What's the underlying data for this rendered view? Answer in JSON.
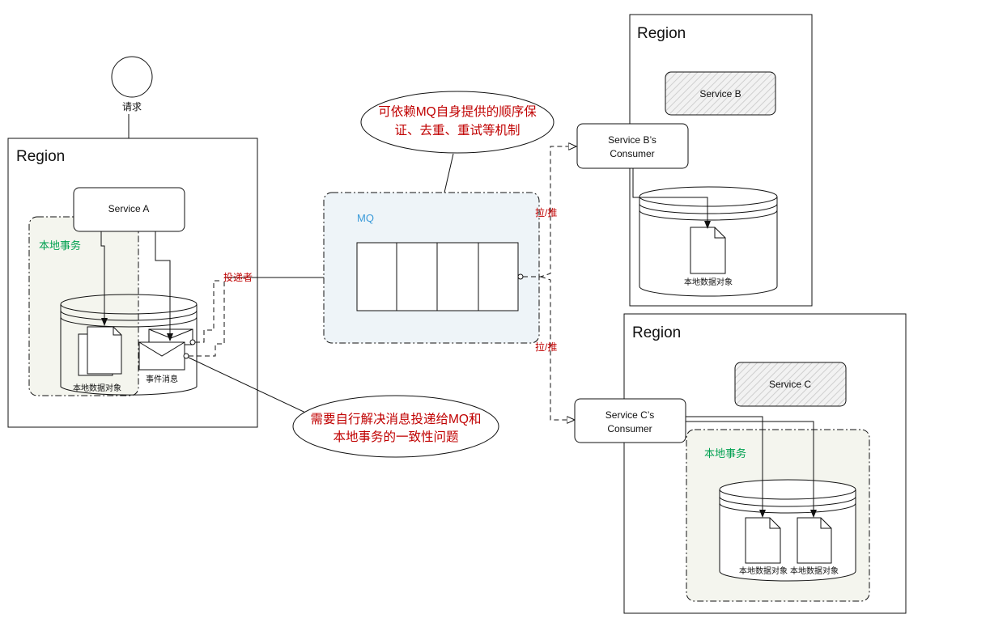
{
  "request": {
    "label": "请求"
  },
  "regions": {
    "a": {
      "title": "Region"
    },
    "b": {
      "title": "Region"
    },
    "c": {
      "title": "Region"
    }
  },
  "services": {
    "a": "Service A",
    "b": "Service B",
    "c": "Service C"
  },
  "consumers": {
    "b": {
      "line1": "Service B’s",
      "line2": "Consumer"
    },
    "c": {
      "line1": "Service C’s",
      "line2": "Consumer"
    }
  },
  "local_transaction": "本地事务",
  "local_data_object": "本地数据对象",
  "event_message": "事件消息",
  "mq": {
    "label": "MQ"
  },
  "edges": {
    "deliver": "投递者",
    "pull_push_b": "拉/推",
    "pull_push_c": "拉/推"
  },
  "callouts": {
    "mq_guarantee": {
      "line1": "可依赖MQ自身提供的顺序保",
      "line2": "证、去重、重试等机制"
    },
    "consistency": {
      "line1": "需要自行解决消息投递给MQ和",
      "line2": "本地事务的一致性问题"
    }
  },
  "colors": {
    "callout_text": "#c00000",
    "local_tx_label": "#00a050",
    "mq_label": "#3a9ad9",
    "mq_fill": "#eef4f8",
    "tx_fill": "#f4f5ee"
  }
}
